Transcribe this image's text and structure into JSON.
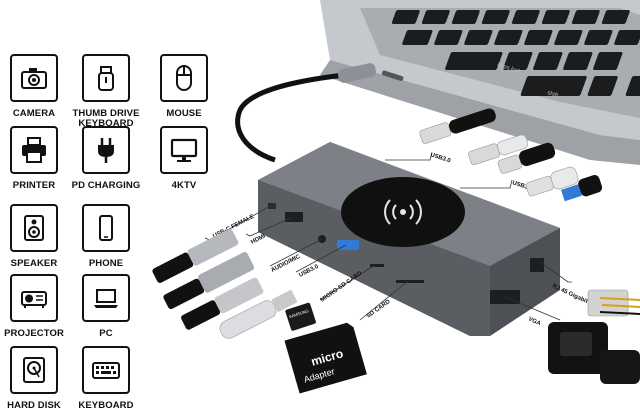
{
  "devices": [
    {
      "label": "CAMERA",
      "icon": "camera-icon"
    },
    {
      "label": "THUMB DRIVE\nKEYBOARD",
      "icon": "thumb-drive-icon"
    },
    {
      "label": "MOUSE",
      "icon": "mouse-icon"
    },
    {
      "label": "PRINTER",
      "icon": "printer-icon"
    },
    {
      "label": "PD CHARGING",
      "icon": "power-plug-icon"
    },
    {
      "label": "4KTV",
      "icon": "monitor-icon"
    },
    {
      "label": "SPEAKER",
      "icon": "speaker-icon"
    },
    {
      "label": "PHONE",
      "icon": "phone-icon"
    },
    {
      "label": "PROJECTOR",
      "icon": "projector-icon"
    },
    {
      "label": "PC",
      "icon": "laptop-icon"
    },
    {
      "label": "HARD DISK",
      "icon": "hard-disk-icon"
    },
    {
      "label": "KEYBOARD",
      "icon": "keyboard-icon"
    }
  ],
  "ports": {
    "usbc_female": "USB-C FEMALE",
    "hdmi": "HDMI",
    "audio_mic": "AUDIO/MIC",
    "usb3_left": "USB3.0",
    "micro_sd": "MICRO SD CARD",
    "sd_card": "SD CARD",
    "usb3_top": "USB3.0",
    "usb3_top_right": "USB3.0",
    "rj45": "RJ 45 Gigabit\nEthernet",
    "vga": "VGA"
  },
  "keyboard_keys": [
    "caps lock",
    "shift"
  ],
  "card": {
    "brand": "micro",
    "text": "Adapter",
    "small_card": "SAMSUNG"
  },
  "colors": {
    "hub": "#6b6e73",
    "pad": "#101010",
    "laptop": "#b9bcc1",
    "keys": "#1b1c1e"
  }
}
